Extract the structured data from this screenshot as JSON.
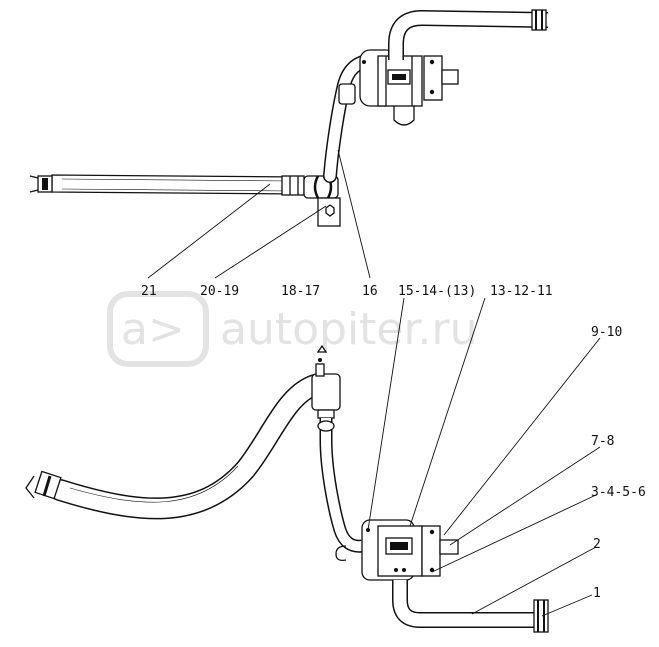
{
  "watermark": {
    "text": "autopiter.ru",
    "logo_glyph": "a>"
  },
  "callouts": {
    "c21": "21",
    "c20_19": "20-19",
    "c18_17": "18-17",
    "c16": "16",
    "c15_14_13": "15-14-(13)",
    "c13_12_11": "13-12-11",
    "c9_10": "9-10",
    "c7_8": "7-8",
    "c3_4_5_6": "3-4-5-6",
    "c2": "2",
    "c1": "1"
  },
  "colors": {
    "line": "#111111",
    "background": "#ffffff",
    "watermark": "#e3e3e3"
  }
}
